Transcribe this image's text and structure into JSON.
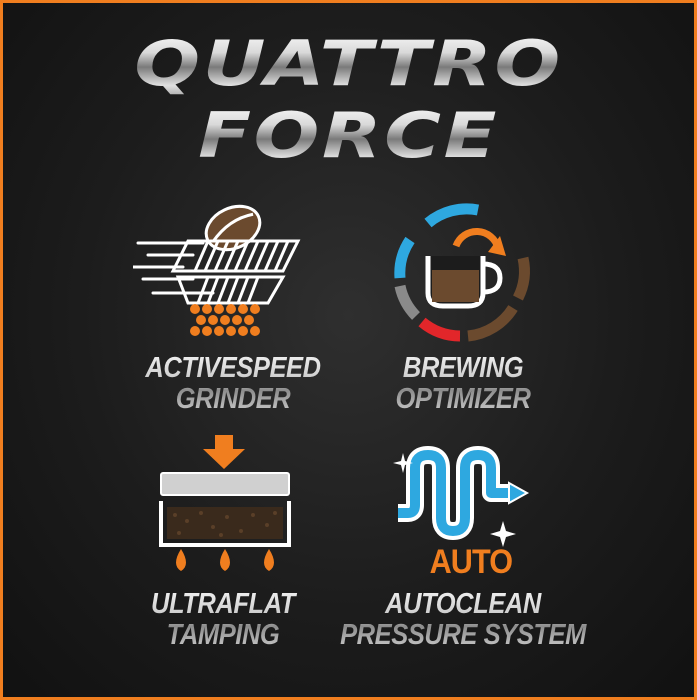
{
  "title": {
    "line1": "QUATTRO",
    "line2": "FORCE"
  },
  "features": [
    {
      "id": "activespeed-grinder",
      "line1": "ACTIVESPEED",
      "line2": "GRINDER",
      "icon": "grinder-icon"
    },
    {
      "id": "brewing-optimizer",
      "line1": "BREWING",
      "line2": "OPTIMIZER",
      "icon": "cup-cycle-icon"
    },
    {
      "id": "ultraflat-tamping",
      "line1": "ULTRAFLAT",
      "line2": "TAMPING",
      "icon": "tamper-icon"
    },
    {
      "id": "autoclean-pressure-system",
      "line1": "AUTOCLEAN",
      "line2": "PRESSURE SYSTEM",
      "icon": "pipe-clean-icon",
      "badge": "AUTO"
    }
  ],
  "colors": {
    "accent": "#f07e1f",
    "blue": "#2ea8e0",
    "red": "#e2262a",
    "brown": "#6b4a2e",
    "gray": "#8a8a8a",
    "background": "#1c1c1c"
  }
}
